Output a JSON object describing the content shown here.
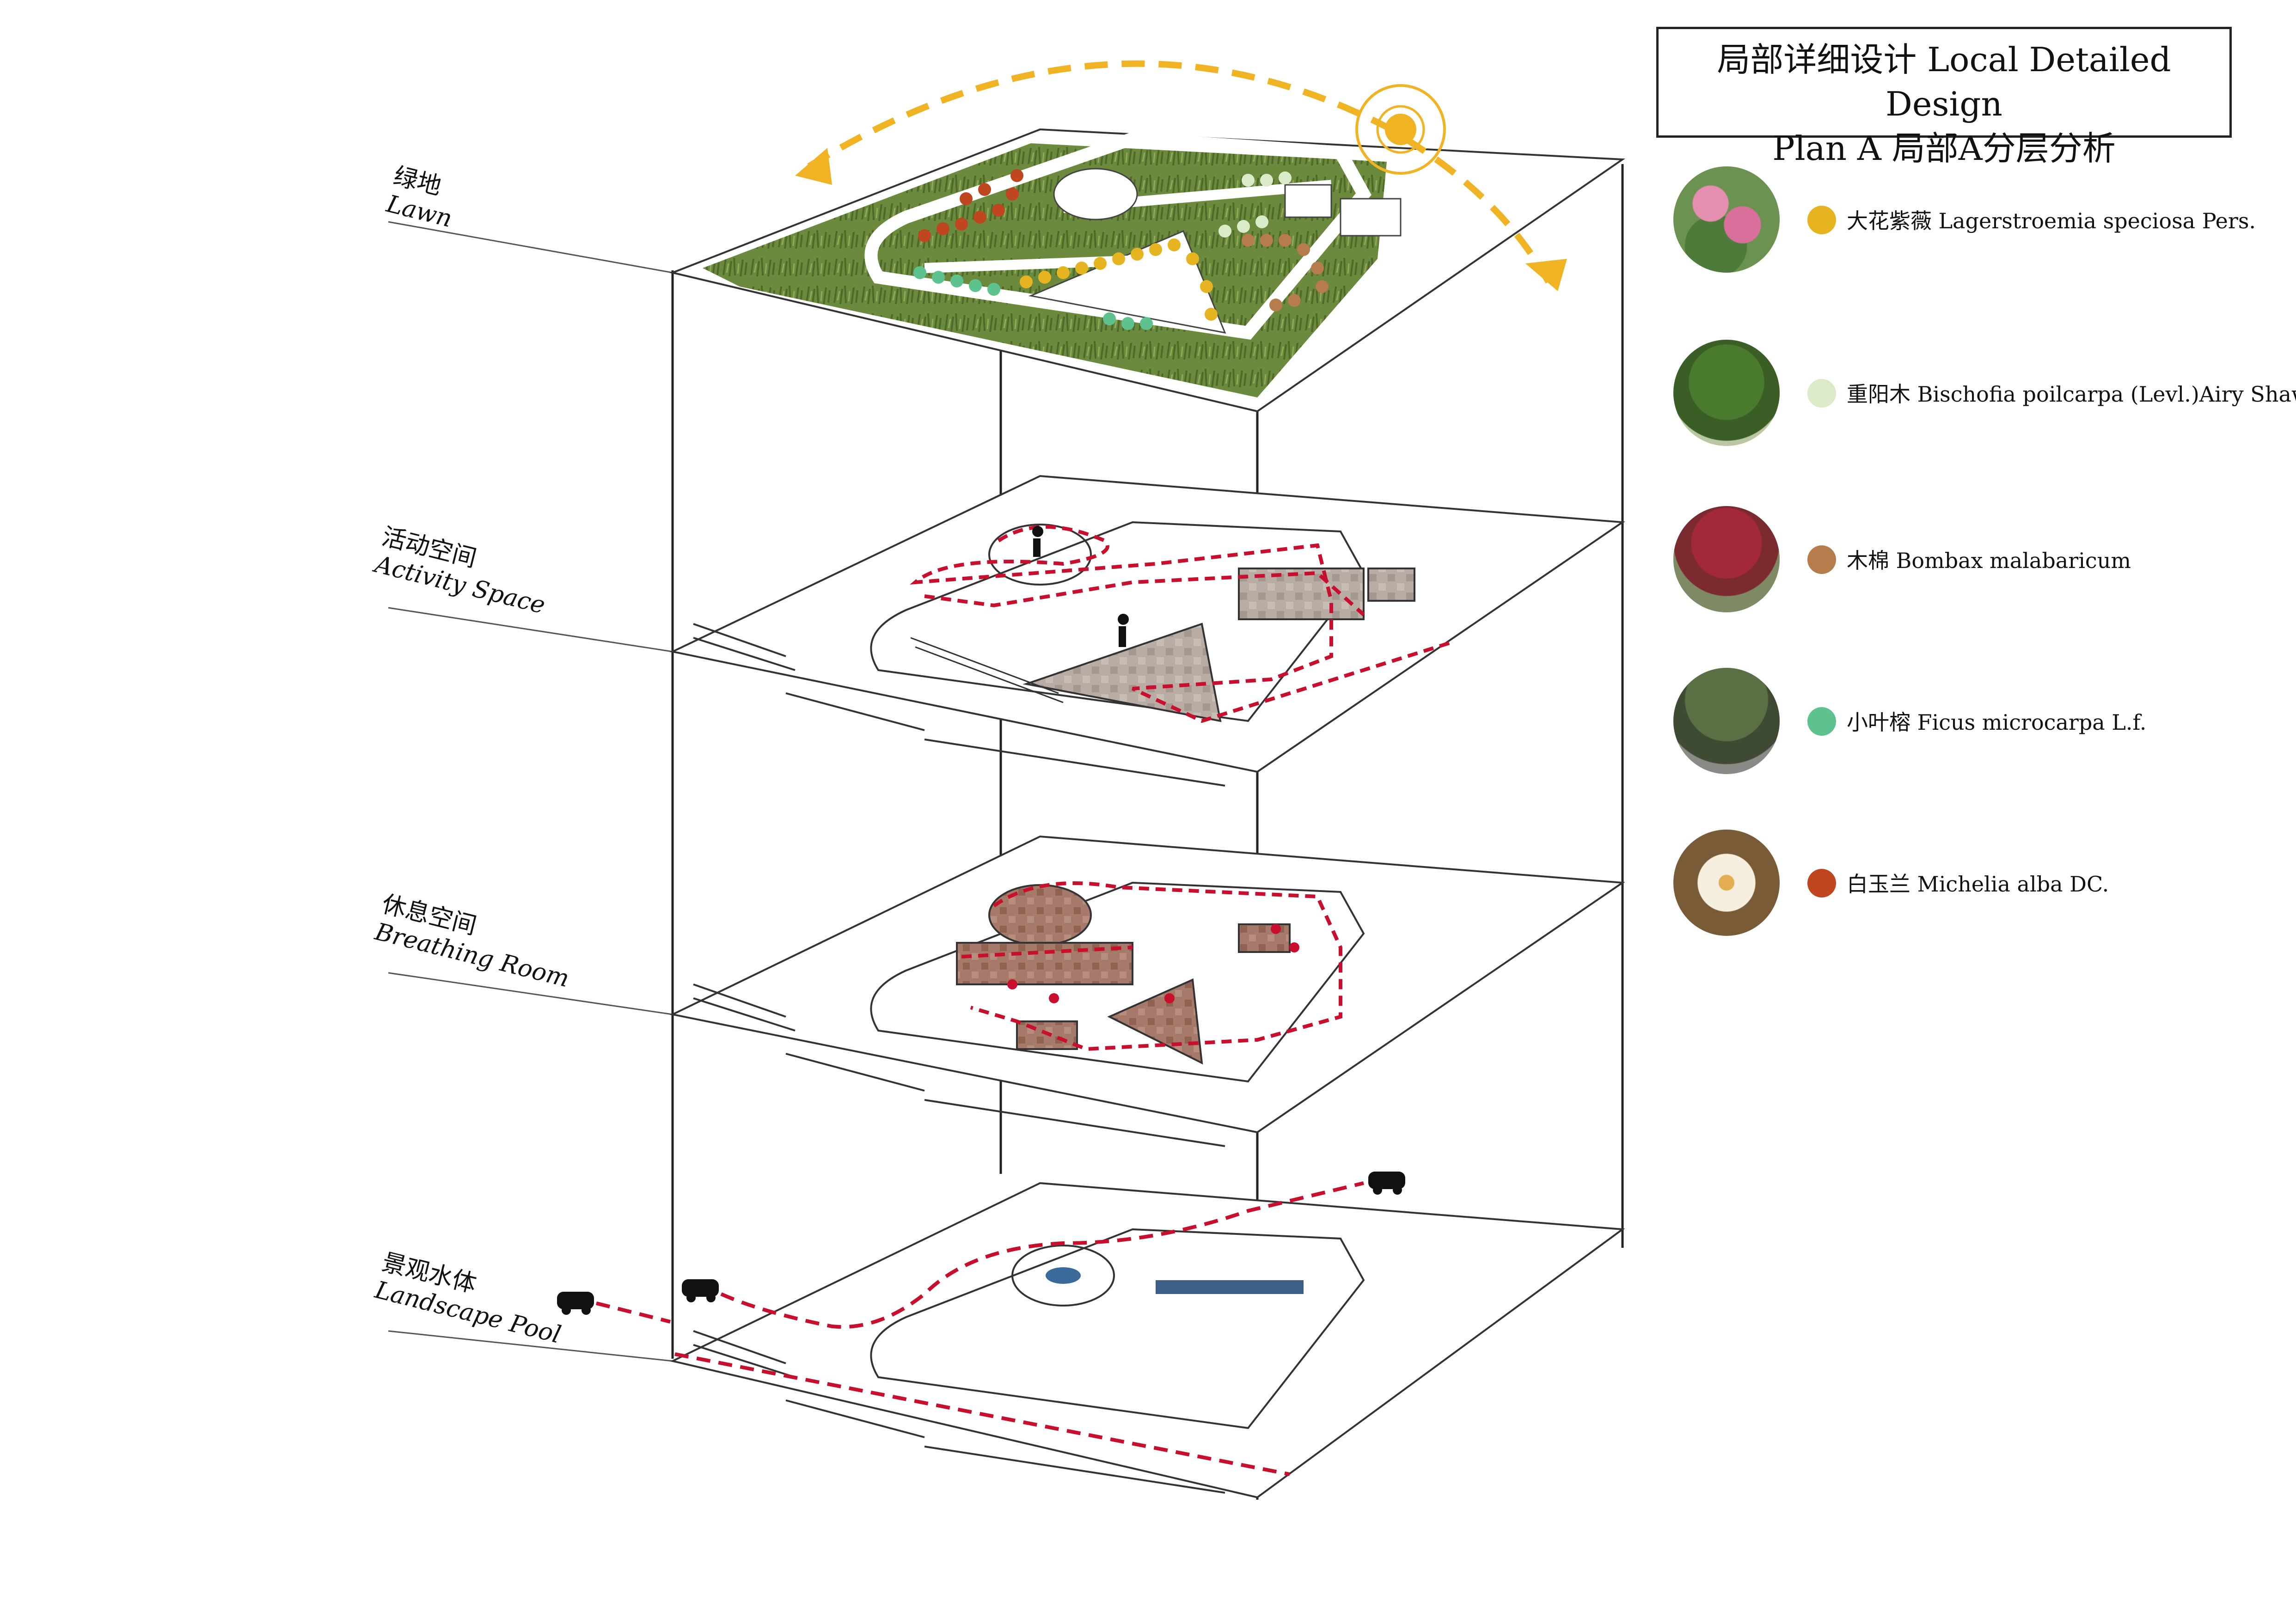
{
  "title": {
    "line1": "局部详细设计  Local Detailed Design",
    "line2": "Plan A  局部A分层分析"
  },
  "layers": [
    {
      "cn": "绿地",
      "en": "Lawn"
    },
    {
      "cn": "活动空间",
      "en": "Activity  Space"
    },
    {
      "cn": "休息空间",
      "en": "Breathing  Room"
    },
    {
      "cn": "景观水体",
      "en": "Landscape  Pool"
    }
  ],
  "legend": [
    {
      "label": "大花紫薇  Lagerstroemia speciosa Pers.",
      "color": "#e6b321",
      "photo": "flowering-tree-photo-icon"
    },
    {
      "label": "重阳木  Bischofia poilcarpa (Levl.)Airy Shaw",
      "color": "#dcebc7",
      "photo": "green-tree-photo-icon"
    },
    {
      "label": "木棉  Bombax malabaricum",
      "color": "#b67c4c",
      "photo": "red-blossom-tree-photo-icon"
    },
    {
      "label": "小叶榕  Ficus microcarpa L.f.",
      "color": "#5ec28e",
      "photo": "street-banyan-photo-icon"
    },
    {
      "label": "白玉兰  Michelia alba DC.",
      "color": "#c0461f",
      "photo": "white-magnolia-photo-icon"
    }
  ],
  "colors": {
    "sun_arrow": "#f0b323",
    "path_red": "#c8102e",
    "lawn_green": "#5f7f3a",
    "line": "#333333"
  }
}
